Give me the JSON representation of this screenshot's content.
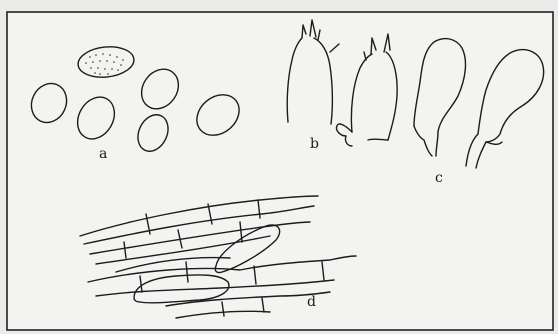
{
  "figure": {
    "panel_labels": {
      "a": "a",
      "b": "b",
      "c": "c",
      "d": "d"
    }
  }
}
